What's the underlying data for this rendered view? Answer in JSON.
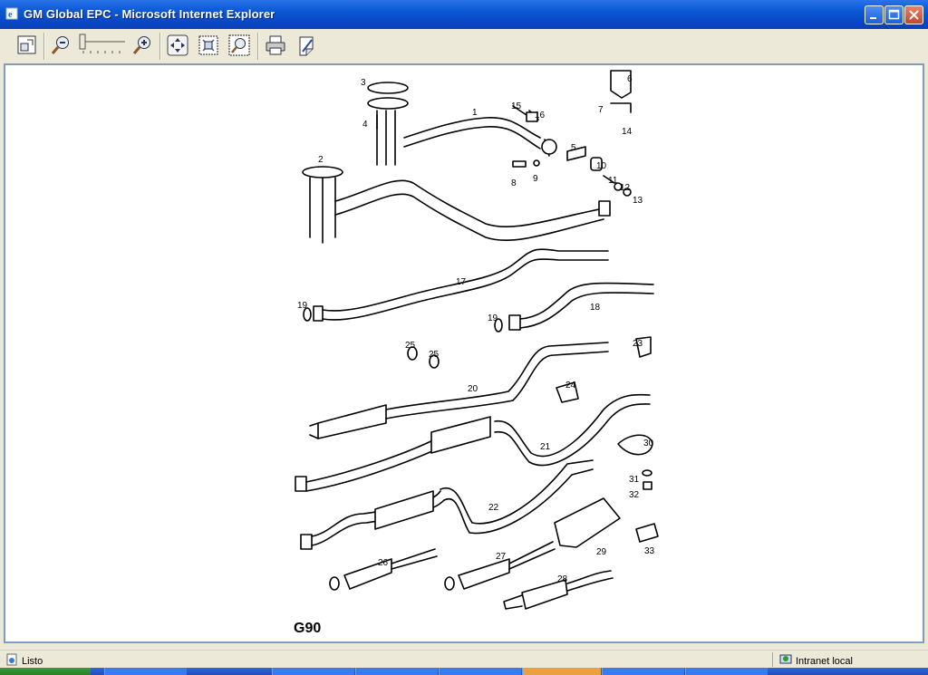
{
  "window": {
    "title": "GM Global EPC - Microsoft Internet Explorer",
    "controls": [
      "minimize-icon",
      "maximize-icon",
      "close-icon"
    ]
  },
  "toolbar": {
    "tools": [
      "fit-page-icon",
      "zoom-out-icon",
      "zoom-slider",
      "zoom-in-icon",
      "pan-icon",
      "select-area-icon",
      "zoom-area-icon",
      "print-icon",
      "note-icon"
    ]
  },
  "diagram": {
    "code": "G90",
    "callouts": [
      "1",
      "2",
      "3",
      "4",
      "5",
      "6",
      "7",
      "8",
      "9",
      "10",
      "11",
      "12",
      "13",
      "14",
      "15",
      "16",
      "17",
      "18",
      "19",
      "19",
      "20",
      "21",
      "22",
      "23",
      "24",
      "25",
      "25",
      "26",
      "27",
      "28",
      "29",
      "30",
      "31",
      "32",
      "33"
    ]
  },
  "status": {
    "text": "Listo",
    "zone": "Intranet local"
  },
  "colors": {
    "titlebar": "#0a49c8",
    "chrome": "#ece9d8",
    "content_border": "#7f9db9"
  }
}
